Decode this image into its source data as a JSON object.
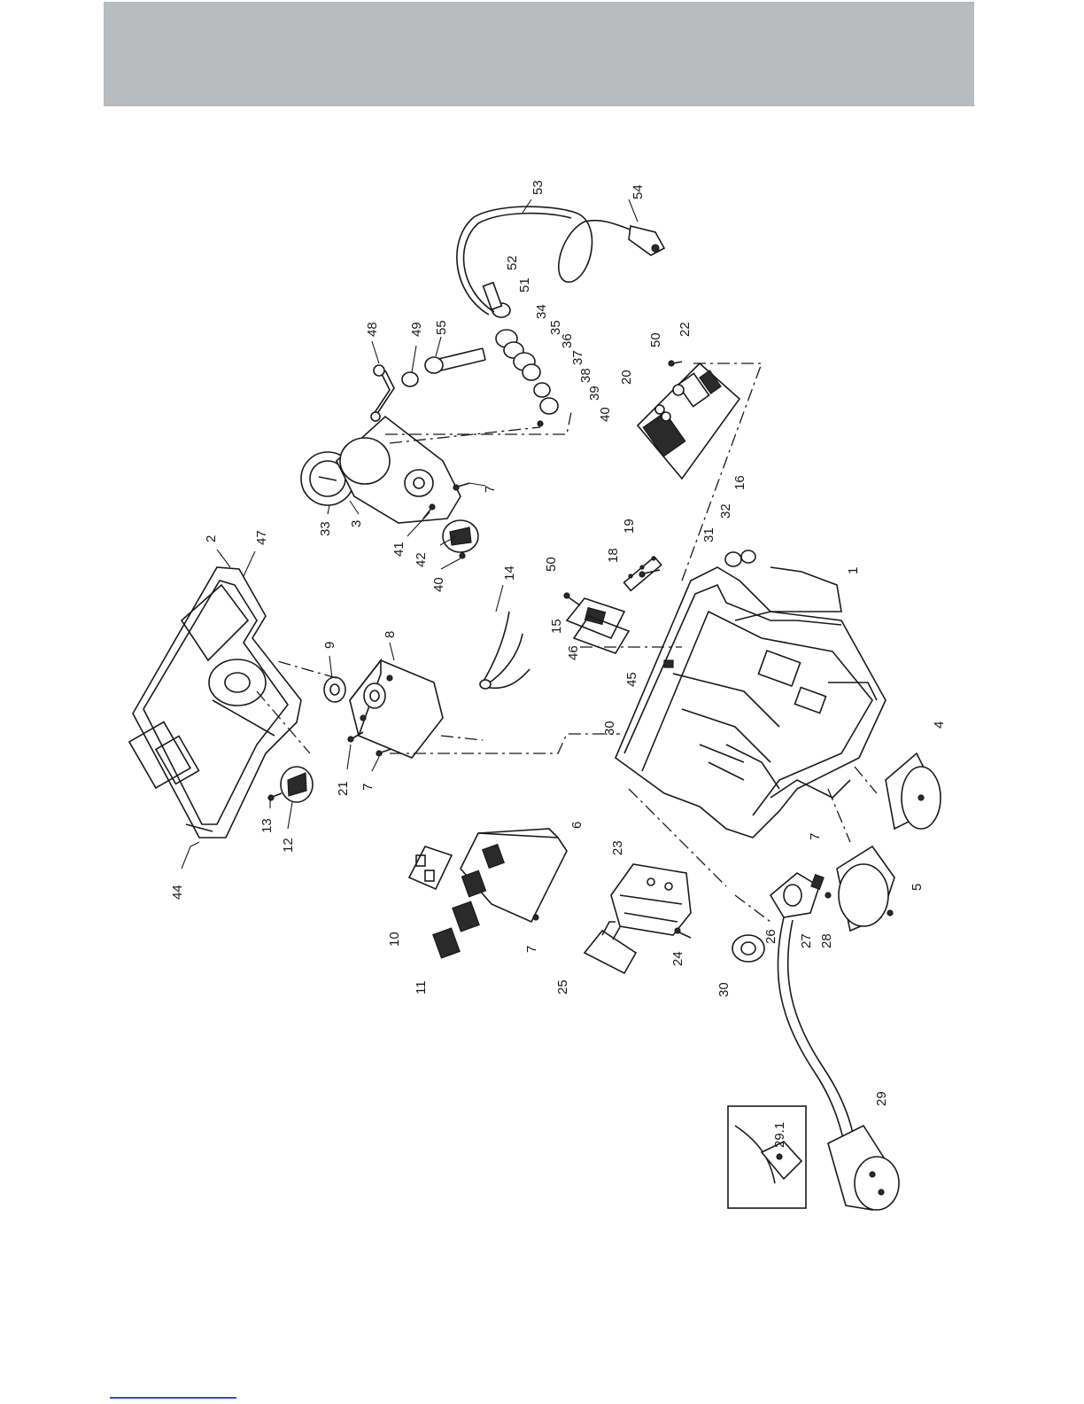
{
  "header_color": "#b9bbbe",
  "footer_rule_color": "#3a4bd0",
  "callouts": [
    {
      "id": "2",
      "text": "2"
    },
    {
      "id": "47",
      "text": "47"
    },
    {
      "id": "44",
      "text": "44"
    },
    {
      "id": "13",
      "text": "13"
    },
    {
      "id": "12",
      "text": "12"
    },
    {
      "id": "9",
      "text": "9"
    },
    {
      "id": "8",
      "text": "8"
    },
    {
      "id": "21",
      "text": "21"
    },
    {
      "id": "7a",
      "text": "7"
    },
    {
      "id": "14",
      "text": "14"
    },
    {
      "id": "33",
      "text": "33"
    },
    {
      "id": "3",
      "text": "3"
    },
    {
      "id": "7b",
      "text": "7"
    },
    {
      "id": "41",
      "text": "41"
    },
    {
      "id": "42",
      "text": "42"
    },
    {
      "id": "40a",
      "text": "40"
    },
    {
      "id": "48",
      "text": "48"
    },
    {
      "id": "49",
      "text": "49"
    },
    {
      "id": "55",
      "text": "55"
    },
    {
      "id": "53",
      "text": "53"
    },
    {
      "id": "54",
      "text": "54"
    },
    {
      "id": "52",
      "text": "52"
    },
    {
      "id": "51",
      "text": "51"
    },
    {
      "id": "34",
      "text": "34"
    },
    {
      "id": "35",
      "text": "35"
    },
    {
      "id": "36",
      "text": "36"
    },
    {
      "id": "37",
      "text": "37"
    },
    {
      "id": "38",
      "text": "38"
    },
    {
      "id": "39",
      "text": "39"
    },
    {
      "id": "40b",
      "text": "40"
    },
    {
      "id": "50a",
      "text": "50"
    },
    {
      "id": "22",
      "text": "22"
    },
    {
      "id": "20",
      "text": "20"
    },
    {
      "id": "50b",
      "text": "50"
    },
    {
      "id": "15",
      "text": "15"
    },
    {
      "id": "46",
      "text": "46"
    },
    {
      "id": "18",
      "text": "18"
    },
    {
      "id": "19",
      "text": "19"
    },
    {
      "id": "45",
      "text": "45"
    },
    {
      "id": "30a",
      "text": "30"
    },
    {
      "id": "31",
      "text": "31"
    },
    {
      "id": "32",
      "text": "32"
    },
    {
      "id": "16",
      "text": "16"
    },
    {
      "id": "1",
      "text": "1"
    },
    {
      "id": "4",
      "text": "4"
    },
    {
      "id": "10",
      "text": "10"
    },
    {
      "id": "11",
      "text": "11"
    },
    {
      "id": "7c",
      "text": "7"
    },
    {
      "id": "6",
      "text": "6"
    },
    {
      "id": "23",
      "text": "23"
    },
    {
      "id": "24",
      "text": "24"
    },
    {
      "id": "25",
      "text": "25"
    },
    {
      "id": "7d",
      "text": "7"
    },
    {
      "id": "5",
      "text": "5"
    },
    {
      "id": "26",
      "text": "26"
    },
    {
      "id": "27",
      "text": "27"
    },
    {
      "id": "28",
      "text": "28"
    },
    {
      "id": "30b",
      "text": "30"
    },
    {
      "id": "29",
      "text": "29"
    },
    {
      "id": "29_1",
      "text": "29.1"
    }
  ]
}
